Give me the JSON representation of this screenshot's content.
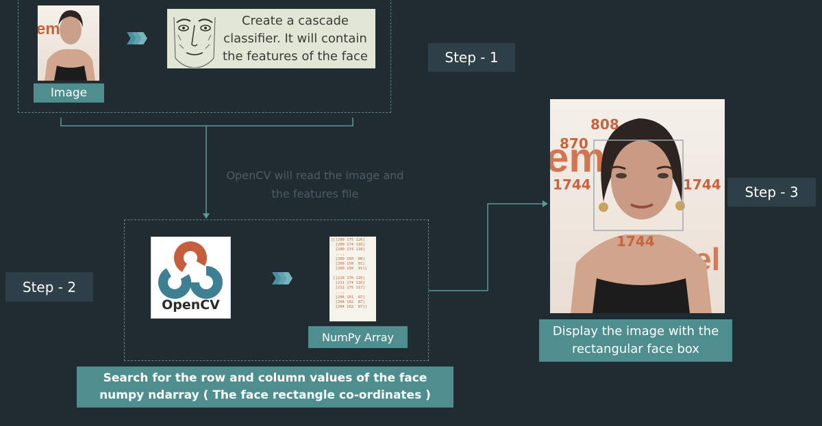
{
  "colors": {
    "background": "#202c32",
    "step_box": "#2e3f47",
    "teal_box": "#4e8e8e",
    "connector": "#5e9a9c",
    "label_red": "#c8633e",
    "opencv_red": "#c55e3c",
    "opencv_blue": "#3d7f93"
  },
  "step1": {
    "image_label": "Image",
    "classifier_text": "Create a cascade classifier. It will contain the features of the face",
    "step_label": "Step - 1"
  },
  "middle_note": "OpenCV will read the image and the features file",
  "step2": {
    "step_label": "Step - 2",
    "opencv_logo_text": "OpenCV",
    "numpy_label": "NumPy Array",
    "numpy_text": "[[[200 175 126]\n  [200 174 116]\n  [200 174 118]\n  ...,\n  [200 150  80]\n  [200 150  91]\n  [200 150  91]]\n\n [[210 176 116]\n  [211 174 116]\n  [212 175 117]\n  ...,\n  [206 161  87]\n  [204 162  87]\n  [204 162  87]]",
    "search_caption": "Search for the row and column values of the face numpy ndarray ( The face rectangle co-ordinates )"
  },
  "step3": {
    "step_label": "Step - 3",
    "coord_top": "808",
    "coord_topleft": "870",
    "coord_left": "1744",
    "coord_right": "1744",
    "coord_bottom": "1744",
    "display_caption": "Display the image with the rectangular face box"
  }
}
